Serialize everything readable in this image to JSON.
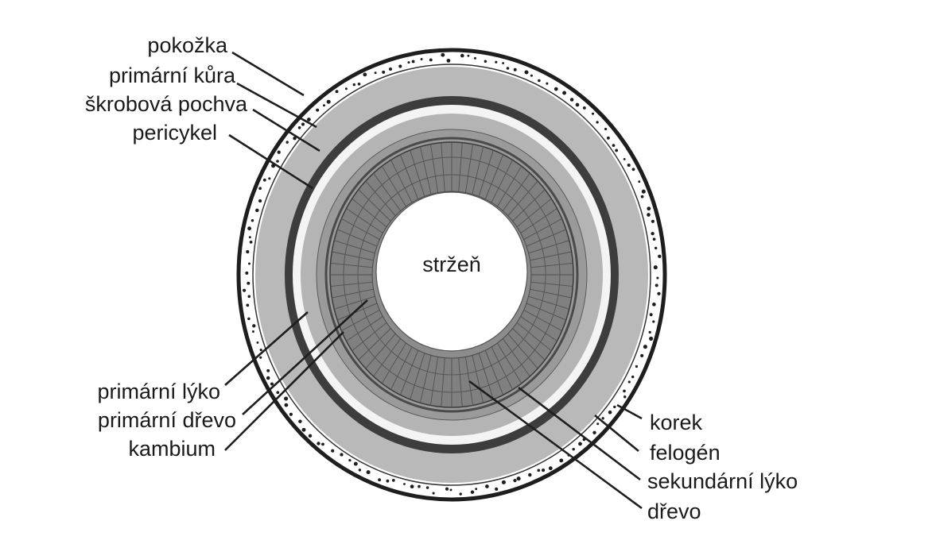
{
  "diagram": {
    "center_label": "stržeň",
    "labels": {
      "pokozka": "pokožka",
      "primarni_kura": "primární kůra",
      "skrobova_pochva": "škrobová pochva",
      "pericykel": "pericykel",
      "primarni_lyko": "primární lýko",
      "primarni_drevo": "primární dřevo",
      "kambium": "kambium",
      "korek": "korek",
      "felogen": "felogén",
      "sekundarni_lyko": "sekundární lýko",
      "drevo": "dřevo"
    },
    "colors": {
      "outline": "#1e1e1e",
      "cortex": "#b9b9b9",
      "endodermis": "#3d3d3d",
      "pericycle": "#f4f4f4",
      "primary_phloem": "#b4b4b4",
      "secondary_phloem": "#9a9a9a",
      "wood": "#808080",
      "wood_lines": "#4a4a4a",
      "pith": "#ffffff"
    }
  }
}
